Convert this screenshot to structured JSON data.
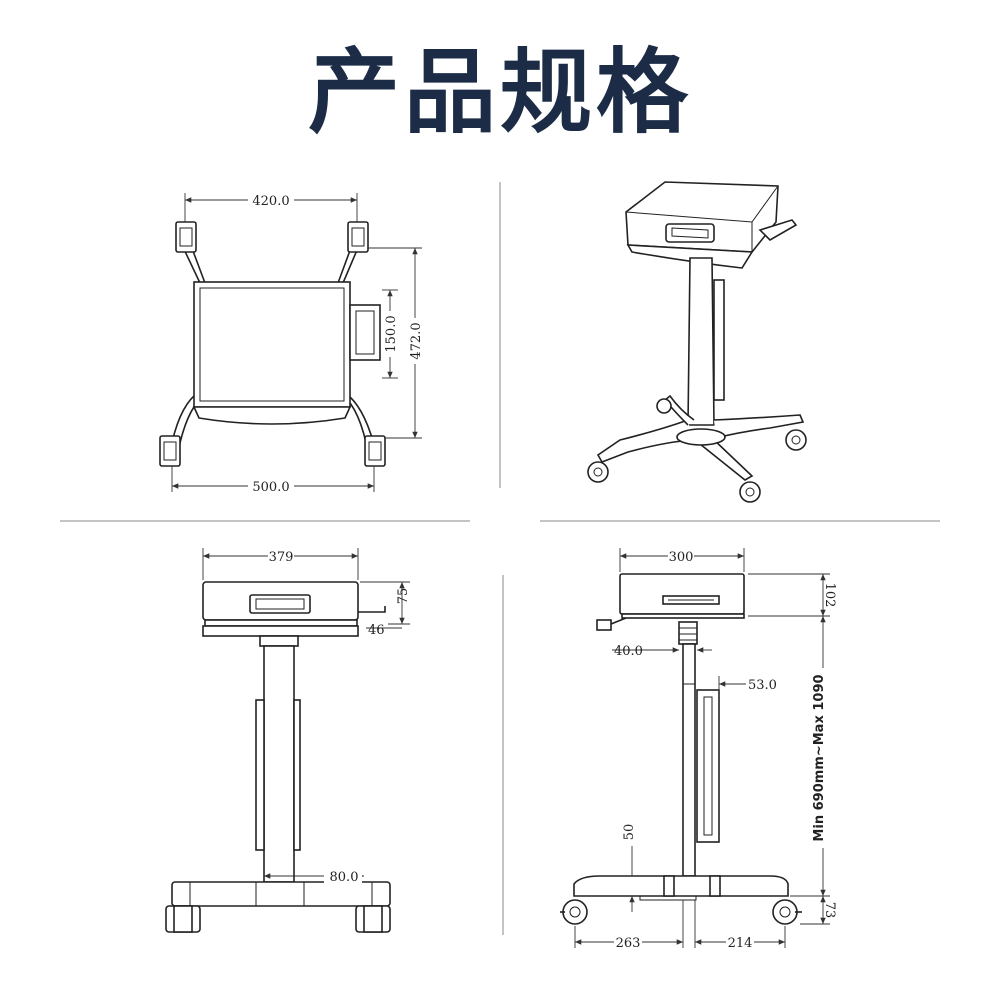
{
  "title": "产品规格",
  "views": {
    "top": {
      "width_top": "420.0",
      "depth": "472.0",
      "tray": "150.0",
      "width_base": "500.0"
    },
    "front": {
      "box_width": "379",
      "box_height": "75",
      "tray_offset": "46",
      "column": "80.0"
    },
    "side": {
      "box_depth": "300",
      "box_height": "102",
      "post": "40.0",
      "mount": "53.0",
      "height_range": "Min 690mm~Max 1090",
      "foot": "50",
      "caster": "73",
      "base_left": "263",
      "base_right": "214"
    }
  }
}
